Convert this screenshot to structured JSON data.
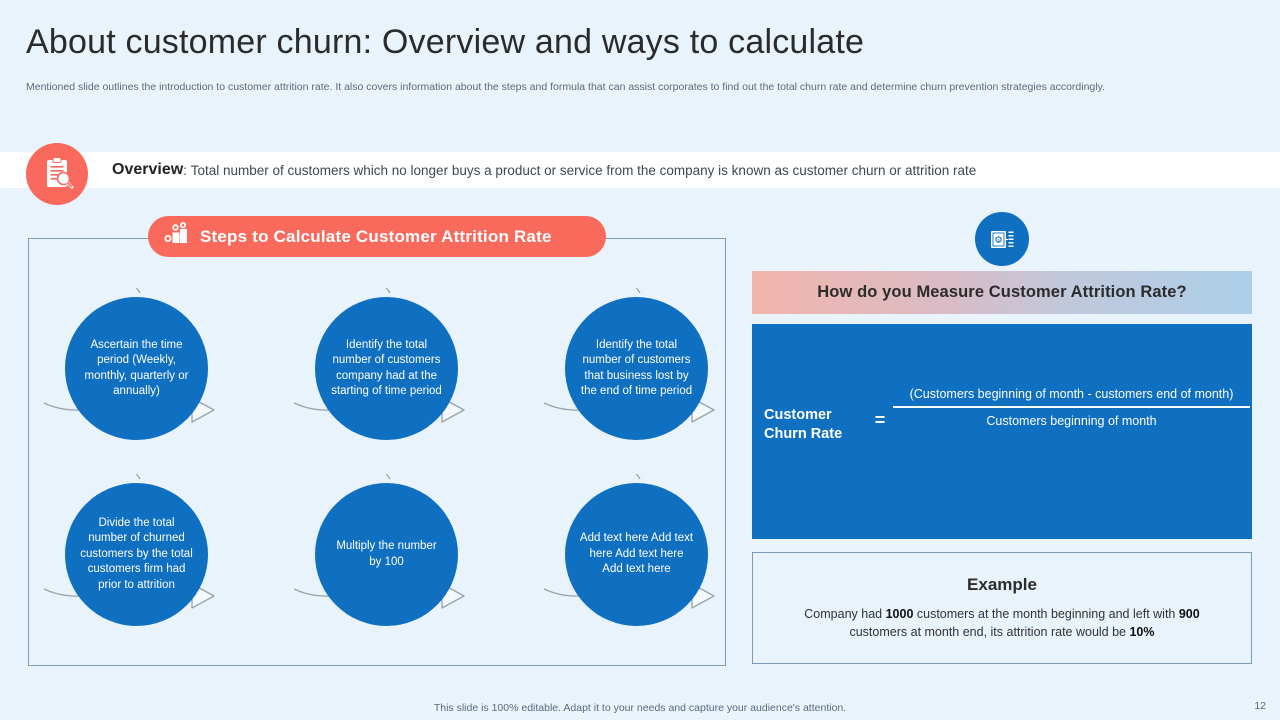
{
  "header": {
    "title": "About customer churn: Overview and ways to calculate",
    "subtitle": "Mentioned slide outlines the introduction to customer attrition rate. It also covers information about the steps and formula that can assist corporates to find out the total churn rate and determine churn prevention strategies accordingly."
  },
  "overview": {
    "icon": "clipboard-search-icon",
    "label": "Overview",
    "separator": ":",
    "text": "Total number of customers which no longer buys a product or service from the company is known as customer churn  or attrition rate"
  },
  "steps": {
    "banner_icon": "bar-chart-steps-icon",
    "banner_label": "Steps to Calculate Customer Attrition Rate",
    "items": [
      "Ascertain the time period (Weekly, monthly, quarterly or annually)",
      "Identify the total number of customers company had at the starting of time period",
      "Identify the total number of customers that business lost by the end of time period",
      "Divide  the total number of churned customers by the total customers firm had prior to attrition",
      "Multiply the number by 100",
      "Add text here Add text here Add text here Add text here"
    ]
  },
  "measure": {
    "icon": "money-note-icon",
    "header": "How do you Measure Customer Attrition Rate?",
    "formula": {
      "label_line1": "Customer",
      "label_line2": "Churn Rate",
      "equals": "=",
      "numerator": "(Customers beginning of month - customers end of month)",
      "denominator": "Customers beginning of month"
    }
  },
  "example": {
    "title": "Example",
    "text_part1": "Company had ",
    "value1": "1000",
    "text_part2": " customers at the month beginning and left with ",
    "value2": "900",
    "text_part3": " customers at month end, its attrition rate would be ",
    "value3": "10%"
  },
  "footer": {
    "note": "This slide is 100% editable. Adapt it to your needs and capture your audience's attention.",
    "page_number": "12"
  },
  "colors": {
    "background": "#e8f3fb",
    "accent_blue": "#0f6fc0",
    "accent_coral": "#f9695c",
    "panel_border": "#7c9bb5",
    "arrow_gray": "#9aa3ac"
  }
}
